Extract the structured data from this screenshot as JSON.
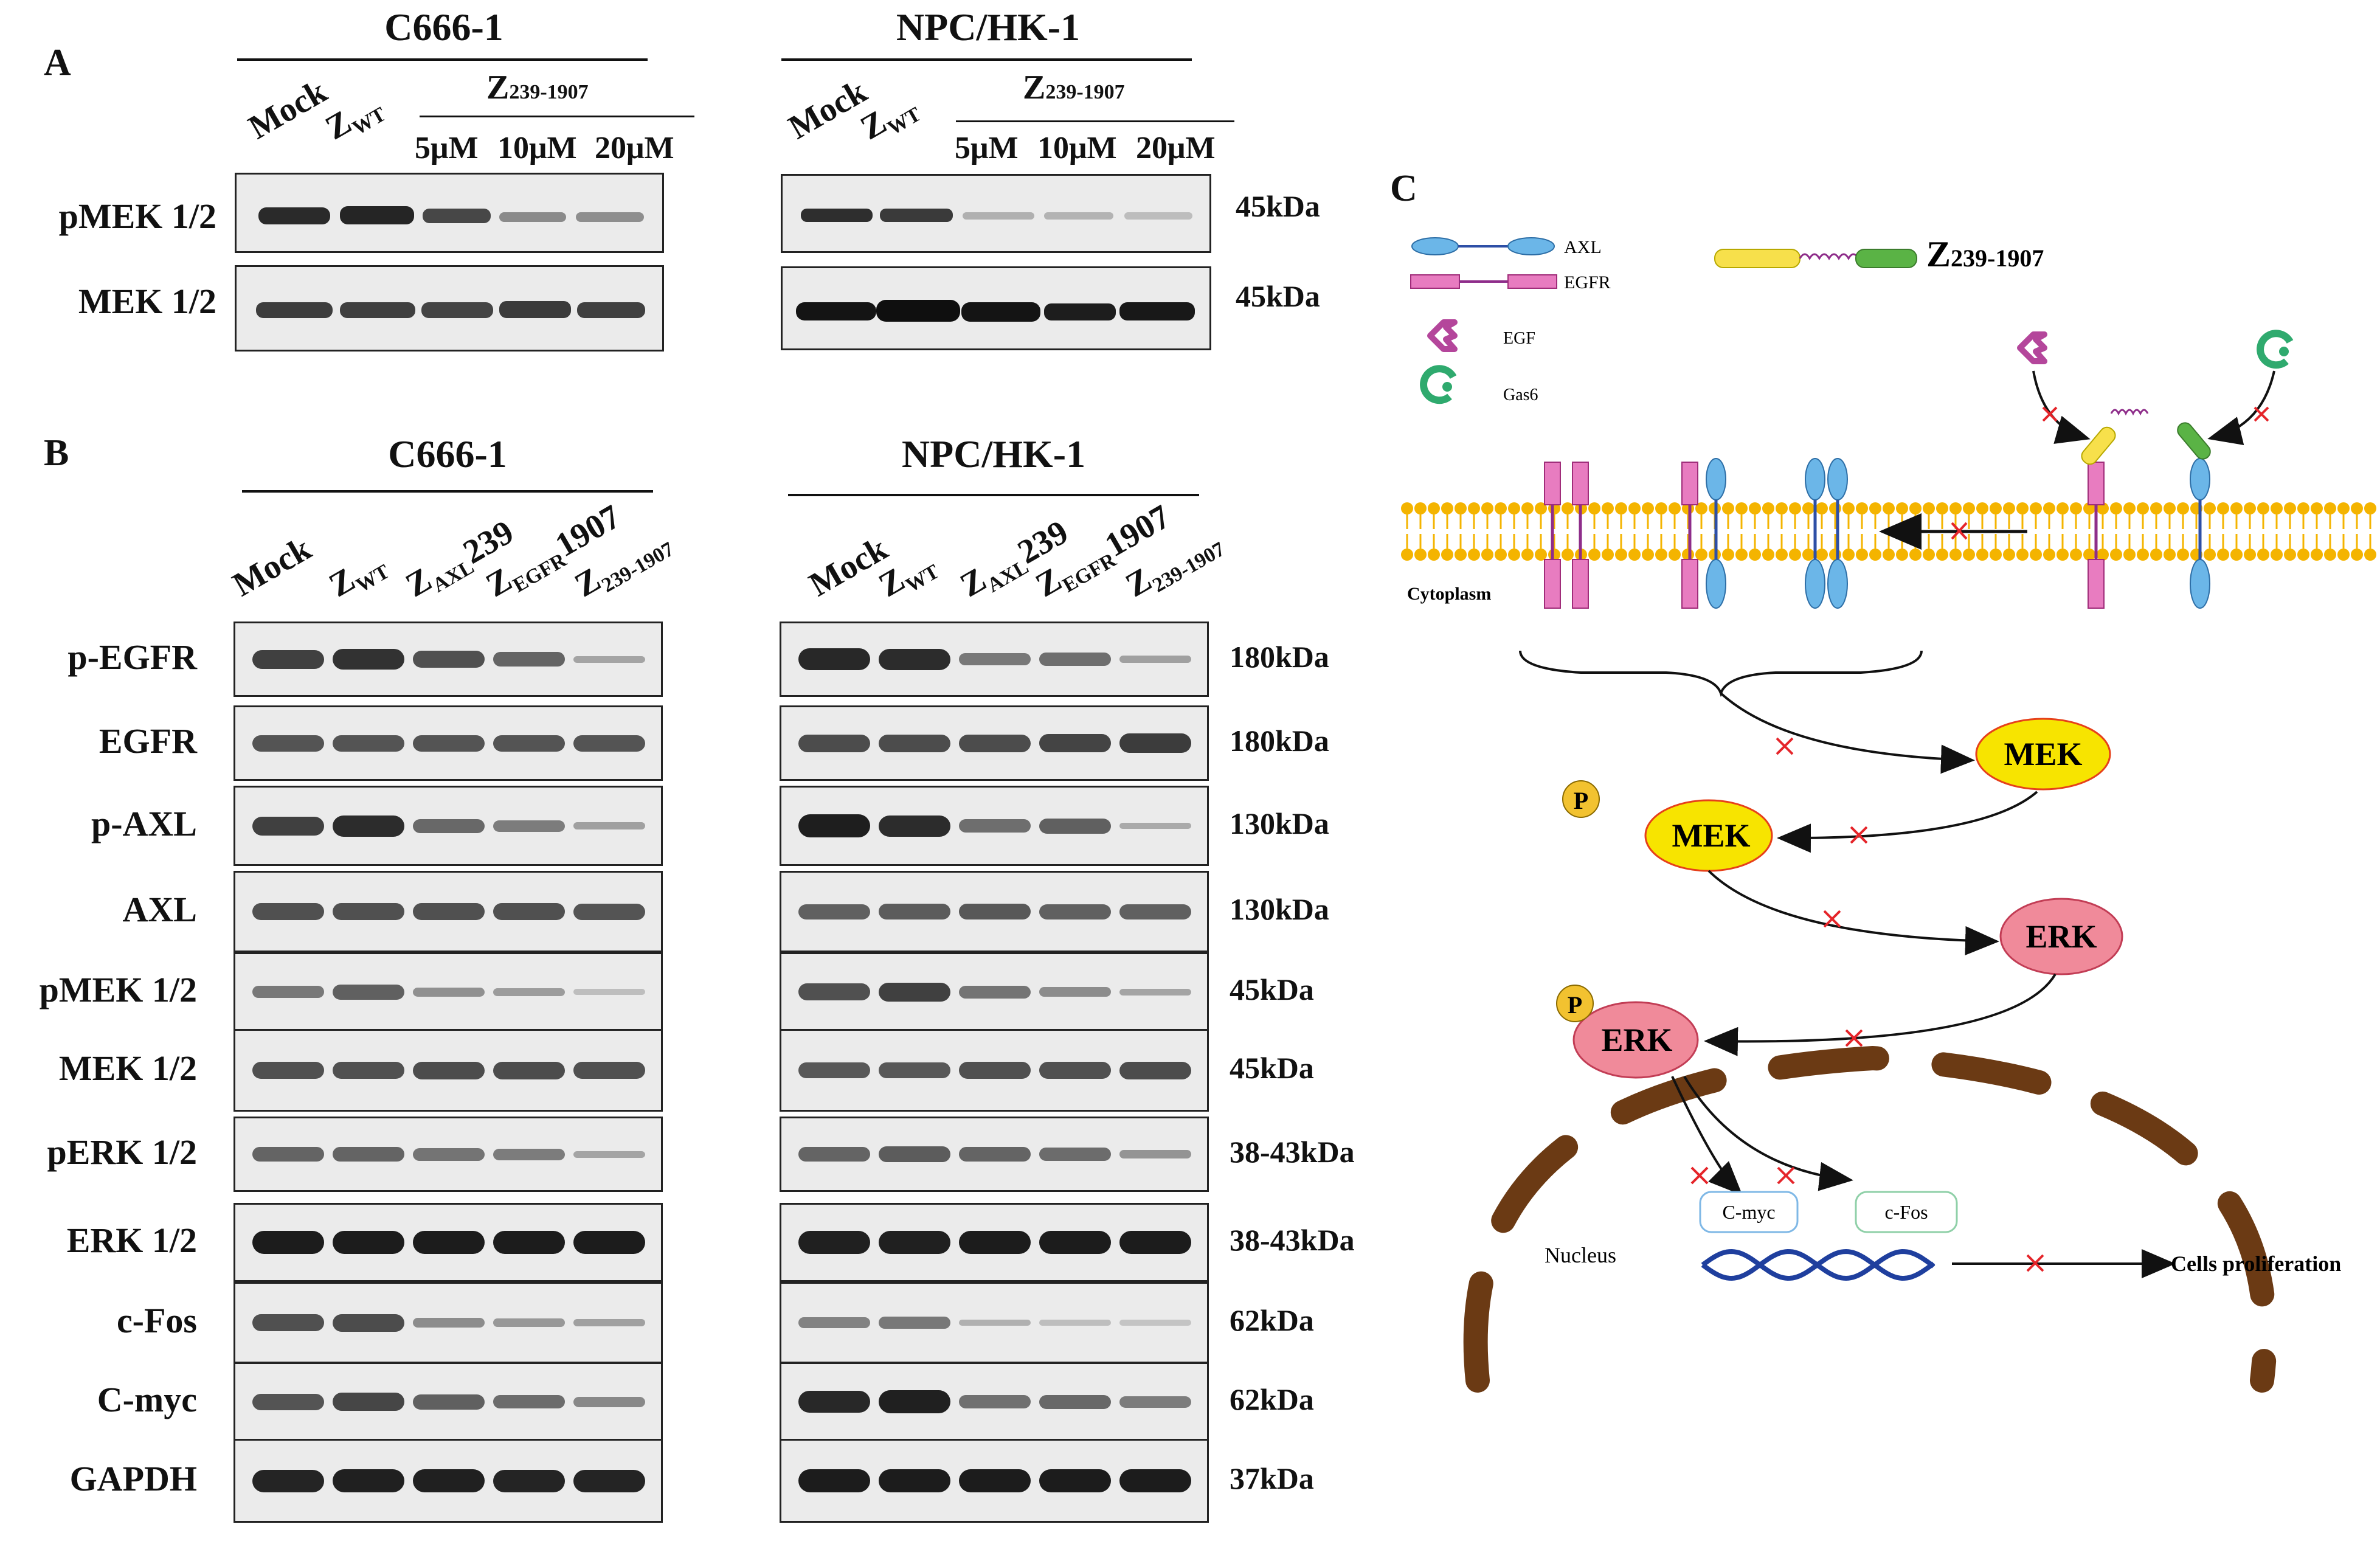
{
  "panels": {
    "a": "A",
    "b": "B",
    "c": "C"
  },
  "panel_a": {
    "left_title": "C666-1",
    "right_title": "NPC/HK-1",
    "lanes": [
      "Mock",
      "Z",
      "WT"
    ],
    "treatment": "Z",
    "treatment_sub": "239-1907",
    "concentrations": [
      "5μM",
      "10μM",
      "20μM"
    ],
    "rows": [
      {
        "label": "pMEK 1/2",
        "kda": "45kDa"
      },
      {
        "label": "MEK 1/2",
        "kda": "45kDa"
      }
    ]
  },
  "panel_b": {
    "left_title": "C666-1",
    "right_title": "NPC/HK-1",
    "lanes": [
      {
        "main": "Mock",
        "sub": ""
      },
      {
        "main": "Z",
        "sub": "WT"
      },
      {
        "main": "Z",
        "sub": "AXL",
        "tail": "239"
      },
      {
        "main": "Z",
        "sub": "EGFR",
        "tail": "1907"
      },
      {
        "main": "Z",
        "sub": "239-1907"
      }
    ],
    "rows": [
      {
        "label": "p-EGFR",
        "kda": "180kDa"
      },
      {
        "label": "EGFR",
        "kda": "180kDa"
      },
      {
        "label": "p-AXL",
        "kda": "130kDa"
      },
      {
        "label": "AXL",
        "kda": "130kDa"
      },
      {
        "label": "pMEK 1/2",
        "kda": "45kDa"
      },
      {
        "label": "MEK 1/2",
        "kda": "45kDa"
      },
      {
        "label": "pERK 1/2",
        "kda": "38-43kDa"
      },
      {
        "label": "ERK 1/2",
        "kda": "38-43kDa"
      },
      {
        "label": "c-Fos",
        "kda": "62kDa"
      },
      {
        "label": "C-myc",
        "kda": "62kDa"
      },
      {
        "label": "GAPDH",
        "kda": "37kDa"
      }
    ]
  },
  "panel_c": {
    "legend_axl": "AXL",
    "legend_egfr": "EGFR",
    "legend_egf": "EGF",
    "legend_gas6": "Gas6",
    "legend_z": "Z",
    "legend_z_sub": "239-1907",
    "cytoplasm": "Cytoplasm",
    "mek": "MEK",
    "p": "P",
    "erk": "ERK",
    "nucleus": "Nucleus",
    "cmyc": "C-myc",
    "cfos": "c-Fos",
    "prolif": "Cells proliferation"
  },
  "colors": {
    "egfr_pink": "#e87cc0",
    "axl_blue": "#6bb6e8",
    "mek_yellow": "#f7e400",
    "erk_pink": "#f08a9a",
    "p_badge": "#f2c230",
    "membrane": "#f4b400",
    "nucleus_brown": "#6b3a14",
    "dna_blue": "#1f3f9e",
    "inhibit_red": "#e5252a",
    "egf_purple": "#b4469b",
    "gas6_green": "#2faa6e",
    "z_yellow": "#f7e04b",
    "z_green": "#5ab345"
  }
}
